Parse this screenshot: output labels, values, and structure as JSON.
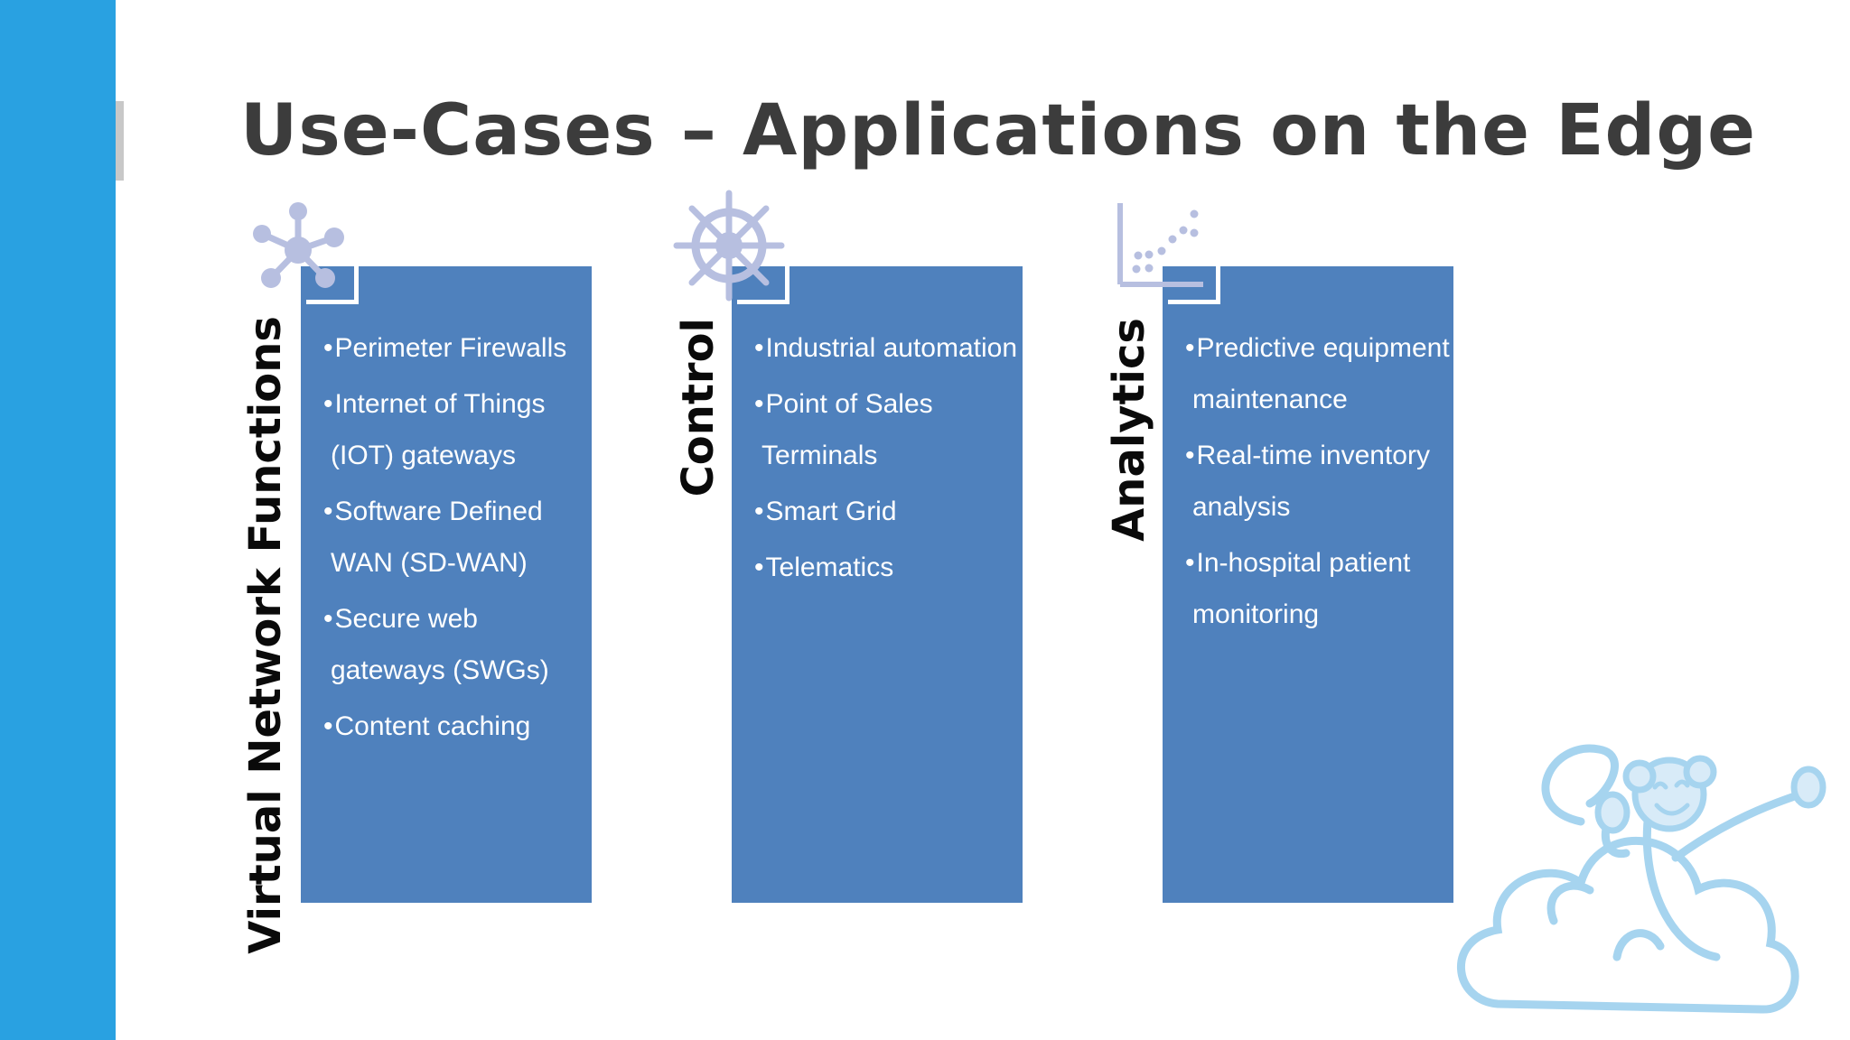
{
  "title": "Use-Cases – Applications on the Edge",
  "colors": {
    "sidebar": "#29a1e1",
    "panel": "#4f81bd",
    "icon": "#b7bfe0",
    "title": "#3c3c3c"
  },
  "columns": [
    {
      "label": "Virtual Network Functions",
      "icon": "network-hub-icon",
      "items": [
        "Perimeter Firewalls",
        "Internet of Things (IOT) gateways",
        "Software Defined WAN (SD-WAN)",
        "Secure web gateways (SWGs)",
        "Content caching"
      ]
    },
    {
      "label": "Control",
      "icon": "ship-wheel-icon",
      "items": [
        "Industrial automation",
        "Point of Sales Terminals",
        "Smart Grid",
        "Telematics"
      ]
    },
    {
      "label": "Analytics",
      "icon": "scatter-chart-icon",
      "items": [
        "Predictive equipment maintenance",
        "Real-time inventory analysis",
        "In-hospital patient monitoring"
      ]
    }
  ]
}
